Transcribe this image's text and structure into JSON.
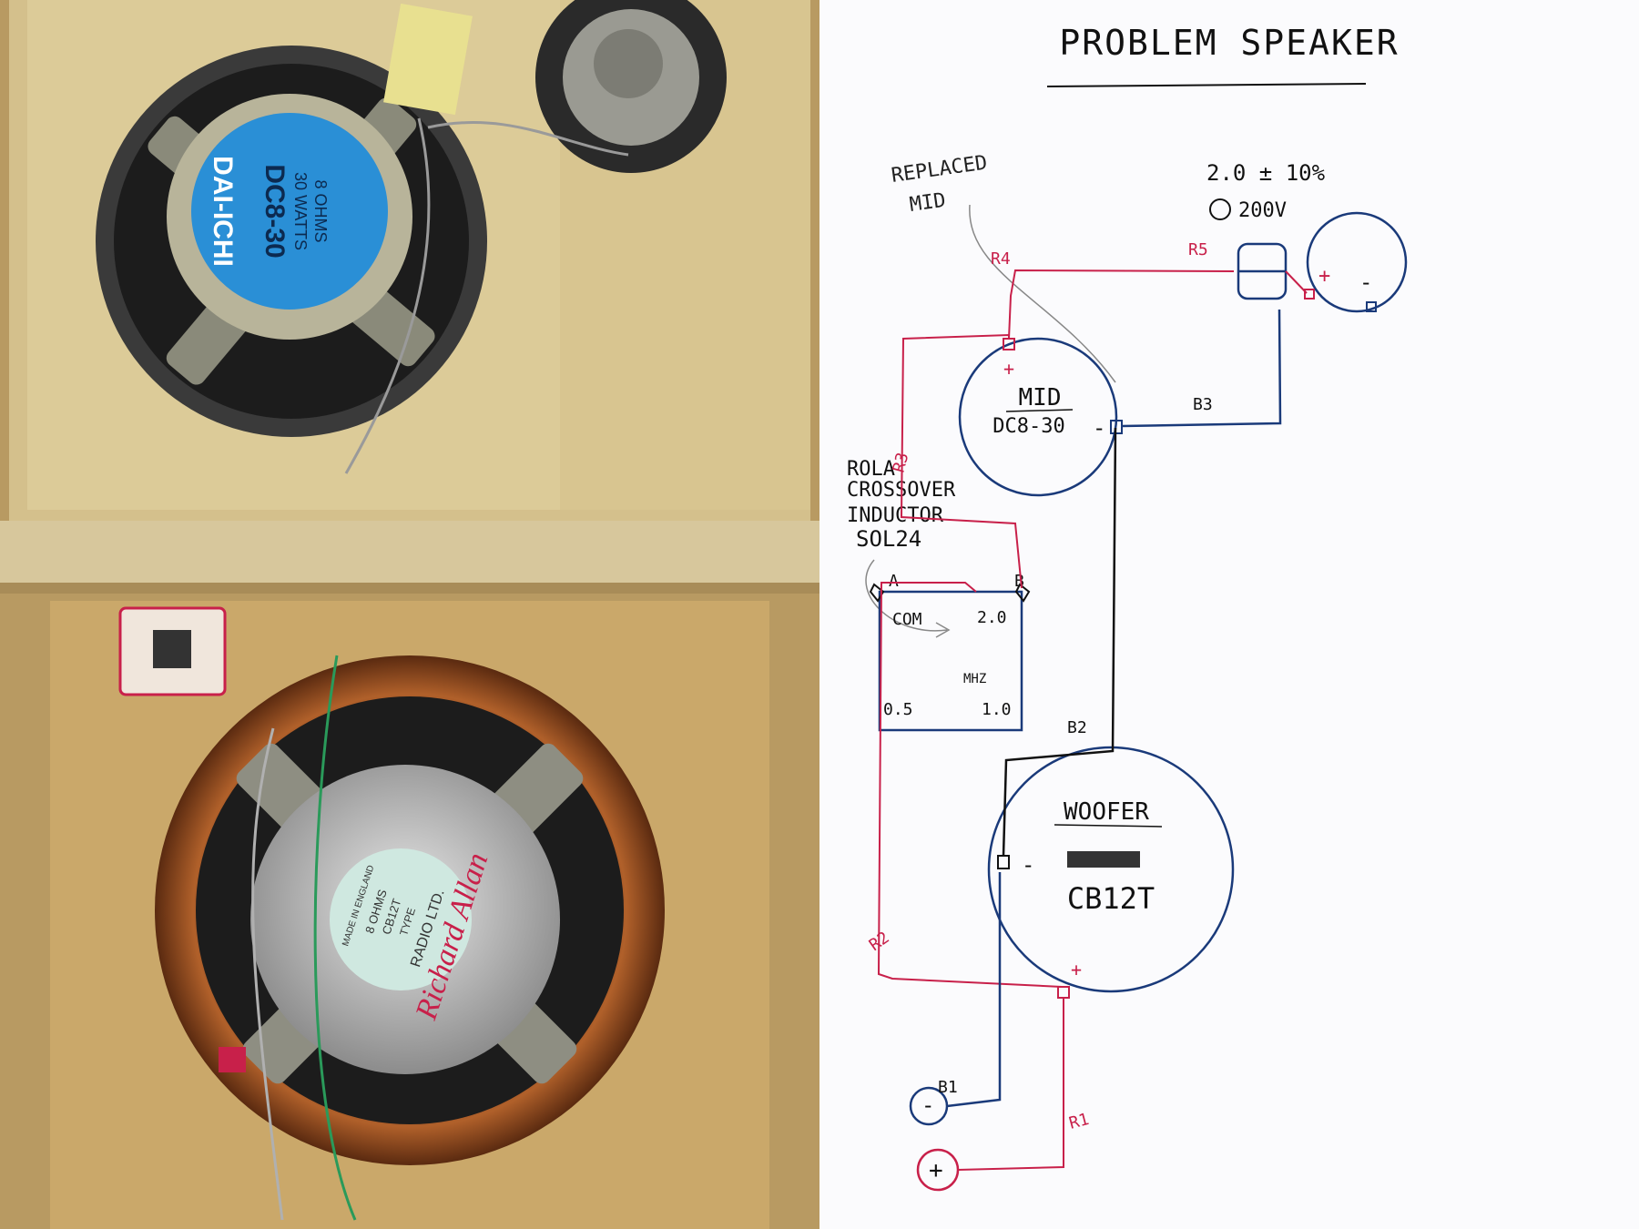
{
  "photo": {
    "mid_speaker": {
      "brand": "DAI-ICHI",
      "model": "DC8-30",
      "watts": "30 WATTS",
      "ohms": "8 OHMS"
    },
    "woofer": {
      "brand": "Richard Allan",
      "maker": "RADIO LTD.",
      "type_label": "TYPE",
      "type": "CB12T",
      "ohms": "8 OHMS",
      "origin": "MADE IN ENGLAND"
    }
  },
  "sketch": {
    "title": "PROBLEM SPEAKER",
    "replaced_note": [
      "REPLACED",
      "MID"
    ],
    "capacitor_spec": [
      "2.0 ± 10%",
      "200V"
    ],
    "crossover_note": [
      "ROLA",
      "CROSSOVER",
      "INDUCTOR",
      "SOL24"
    ],
    "mid": {
      "label": "MID",
      "model": "DC8-30",
      "plus": "+",
      "minus": "-"
    },
    "woofer": {
      "label": "WOOFER",
      "model": "CB12T",
      "plus": "+",
      "minus": "-"
    },
    "tweeter": {
      "plus": "+",
      "minus": "-"
    },
    "inductor": {
      "term_a": "A",
      "term_b": "B",
      "com": "COM",
      "t20": "2.0",
      "mhz": "MHZ",
      "t05": "0.5",
      "t10": "1.0"
    },
    "terminals": {
      "negative": "-",
      "positive": "+"
    },
    "wires": {
      "r1": "R1",
      "r2": "R2",
      "r3": "R3",
      "r4": "R4",
      "r5": "R5",
      "b1": "B1",
      "b2": "B2",
      "b3": "B3"
    }
  },
  "colors": {
    "red_wire": "#c8204a",
    "blue_wire": "#1a3a7a",
    "black_ink": "#111111",
    "board": "#d9c79a",
    "speaker_label_blue": "#2a8fd6"
  }
}
